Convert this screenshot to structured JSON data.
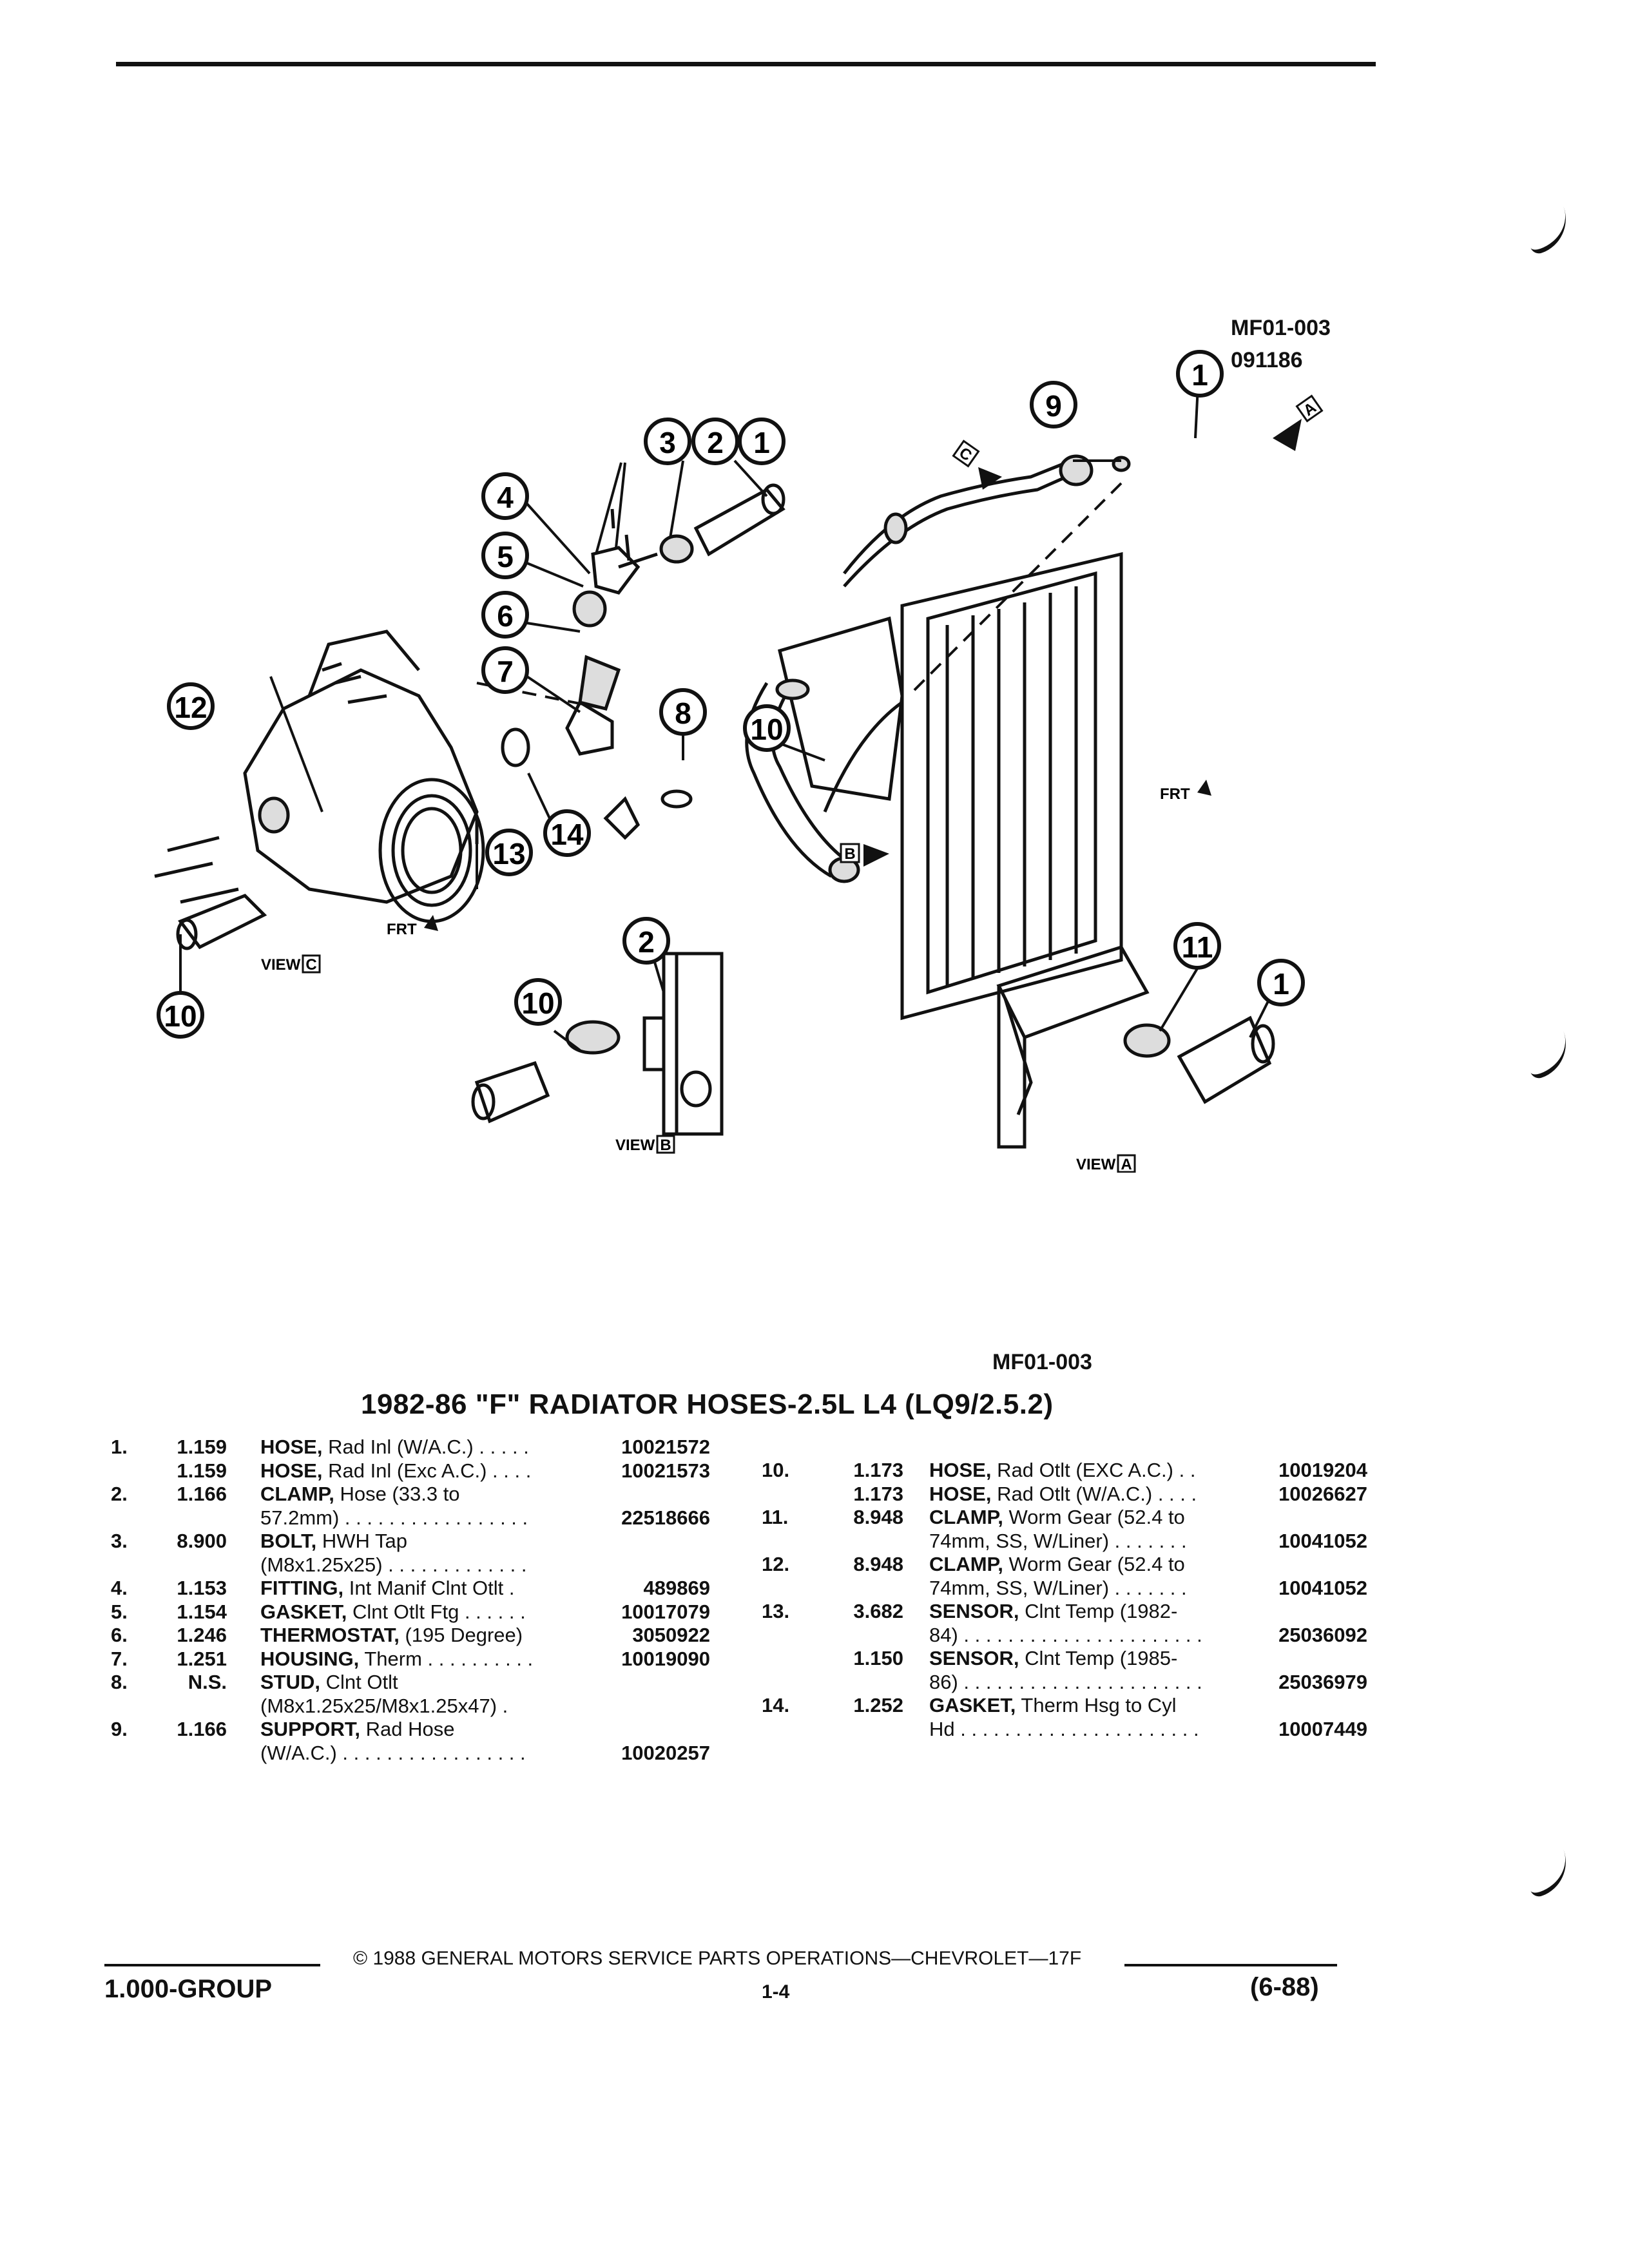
{
  "illustration": {
    "code": "MF01-003",
    "date": "091186",
    "callouts": [
      "1",
      "2",
      "3",
      "4",
      "5",
      "6",
      "7",
      "8",
      "9",
      "10",
      "11",
      "12",
      "13",
      "14"
    ],
    "views": {
      "c": "VIEW",
      "c_letter": "C",
      "b": "VIEW",
      "b_letter": "B",
      "a": "VIEW",
      "a_letter": "A"
    },
    "frt": "FRT",
    "arrow_letters": [
      "A",
      "B",
      "C"
    ]
  },
  "code_bottom": "MF01-003",
  "title": "1982-86 \"F\" RADIATOR HOSES-2.5L L4 (LQ9/2.5.2)",
  "parts_left": [
    {
      "num": "1.",
      "cat": "1.159",
      "name": "HOSE,",
      "desc": " Rad Inl (W/A.C.) . . . . .",
      "pno": "10021572"
    },
    {
      "num": "",
      "cat": "1.159",
      "name": "HOSE,",
      "desc": " Rad Inl (Exc A.C.) . . . .",
      "pno": "10021573"
    },
    {
      "num": "2.",
      "cat": "1.166",
      "name": "CLAMP,",
      "desc": " Hose (33.3 to",
      "pno": ""
    },
    {
      "num": "",
      "cat": "",
      "name": "",
      "desc": "57.2mm) . . . . . . . . . . . . . . . . .",
      "pno": "22518666"
    },
    {
      "num": "3.",
      "cat": "8.900",
      "name": "BOLT,",
      "desc": " HWH Tap",
      "pno": ""
    },
    {
      "num": "",
      "cat": "",
      "name": "",
      "desc": "(M8x1.25x25) . . . . . . . . . . . . .",
      "pno": ""
    },
    {
      "num": "4.",
      "cat": "1.153",
      "name": "FITTING,",
      "desc": " Int Manif Clnt Otlt .",
      "pno": "489869"
    },
    {
      "num": "5.",
      "cat": "1.154",
      "name": "GASKET,",
      "desc": " Clnt Otlt Ftg . . . . . .",
      "pno": "10017079"
    },
    {
      "num": "6.",
      "cat": "1.246",
      "name": "THERMOSTAT,",
      "desc": " (195 Degree)",
      "pno": "3050922"
    },
    {
      "num": "7.",
      "cat": "1.251",
      "name": "HOUSING,",
      "desc": " Therm . . . . . . . . . .",
      "pno": "10019090"
    },
    {
      "num": "8.",
      "cat": "N.S.",
      "name": "STUD,",
      "desc": " Clnt Otlt",
      "pno": ""
    },
    {
      "num": "",
      "cat": "",
      "name": "",
      "desc": "(M8x1.25x25/M8x1.25x47) .",
      "pno": ""
    },
    {
      "num": "9.",
      "cat": "1.166",
      "name": "SUPPORT,",
      "desc": " Rad Hose",
      "pno": ""
    },
    {
      "num": "",
      "cat": "",
      "name": "",
      "desc": "(W/A.C.) . . . . . . . . . . . . . . . . .",
      "pno": "10020257"
    }
  ],
  "parts_right": [
    {
      "num": "10.",
      "cat": "1.173",
      "name": "HOSE,",
      "desc": " Rad Otlt (EXC A.C.) . .",
      "pno": "10019204"
    },
    {
      "num": "",
      "cat": "1.173",
      "name": "HOSE,",
      "desc": " Rad Otlt (W/A.C.) . . . .",
      "pno": "10026627"
    },
    {
      "num": "11.",
      "cat": "8.948",
      "name": "CLAMP,",
      "desc": " Worm Gear (52.4 to",
      "pno": ""
    },
    {
      "num": "",
      "cat": "",
      "name": "",
      "desc": "74mm, SS, W/Liner) . . . . . . .",
      "pno": "10041052"
    },
    {
      "num": "12.",
      "cat": "8.948",
      "name": "CLAMP,",
      "desc": " Worm Gear (52.4 to",
      "pno": ""
    },
    {
      "num": "",
      "cat": "",
      "name": "",
      "desc": "74mm, SS, W/Liner) . . . . . . .",
      "pno": "10041052"
    },
    {
      "num": "13.",
      "cat": "3.682",
      "name": "SENSOR,",
      "desc": " Clnt Temp (1982-",
      "pno": ""
    },
    {
      "num": "",
      "cat": "",
      "name": "",
      "desc": "84) . . . . . . . . . . . . . . . . . . . . . .",
      "pno": "25036092"
    },
    {
      "num": "",
      "cat": "1.150",
      "name": "SENSOR,",
      "desc": " Clnt Temp (1985-",
      "pno": ""
    },
    {
      "num": "",
      "cat": "",
      "name": "",
      "desc": "86) . . . . . . . . . . . . . . . . . . . . . .",
      "pno": "25036979"
    },
    {
      "num": "14.",
      "cat": "1.252",
      "name": "GASKET,",
      "desc": " Therm Hsg to Cyl",
      "pno": ""
    },
    {
      "num": "",
      "cat": "",
      "name": "",
      "desc": "Hd . . . . . . . . . . . . . . . . . . . . . .",
      "pno": "10007449"
    }
  ],
  "footer": {
    "copyright": "© 1988 GENERAL MOTORS SERVICE PARTS OPERATIONS—CHEVROLET—17F",
    "group": "1.000-GROUP",
    "page": "1-4",
    "revision": "(6-88)"
  }
}
